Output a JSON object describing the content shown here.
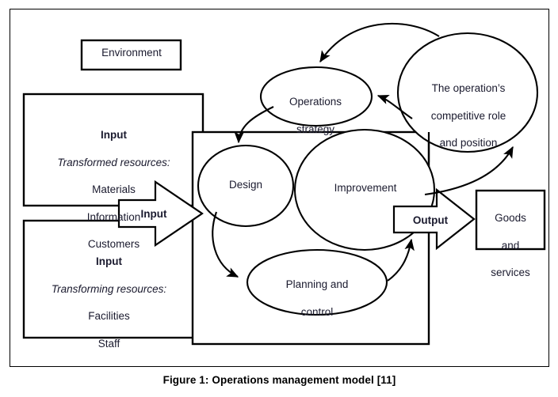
{
  "figure": {
    "caption": "Figure 1: Operations management model [11]",
    "frame_color": "#000000",
    "background": "#ffffff"
  },
  "diagram": {
    "type": "operations-management-model",
    "environment_box": {
      "label": "Environment"
    },
    "inputs": [
      {
        "id": "transformed",
        "heading": "Input",
        "subheading": "Transformed resources:",
        "items": [
          "Materials",
          "Information",
          "Customers"
        ]
      },
      {
        "id": "transforming",
        "heading": "Input",
        "subheading": "Transforming resources:",
        "items": [
          "Facilities",
          "Staff"
        ]
      }
    ],
    "input_arrow": {
      "label": "Input"
    },
    "output_arrow": {
      "label": "Output"
    },
    "output_box": {
      "label": "Goods and services",
      "lines": [
        "Goods",
        "and",
        "services"
      ]
    },
    "nodes": [
      {
        "id": "operations-strategy",
        "label": "Operations strategy",
        "lines": [
          "Operations",
          "strategy"
        ],
        "shape": "ellipse"
      },
      {
        "id": "competitive-role",
        "label": "The operation's competitive role and position",
        "lines": [
          "The operation’s",
          "competitive role",
          "and position"
        ],
        "shape": "ellipse"
      },
      {
        "id": "design",
        "label": "Design",
        "lines": [
          "Design"
        ],
        "shape": "ellipse"
      },
      {
        "id": "improvement",
        "label": "Improvement",
        "lines": [
          "Improvement"
        ],
        "shape": "ellipse"
      },
      {
        "id": "planning-control",
        "label": "Planning and control",
        "lines": [
          "Planning and",
          "control"
        ],
        "shape": "ellipse"
      }
    ],
    "arrows": [
      {
        "from": "competitive-role",
        "to": "operations-strategy",
        "style": "curved-top"
      },
      {
        "from": "competitive-role",
        "to": "operations-strategy",
        "style": "curved-short"
      },
      {
        "from": "operations-strategy",
        "to": "design",
        "style": "curved-down"
      },
      {
        "from": "design",
        "to": "planning-control",
        "style": "curved-down-right"
      },
      {
        "from": "planning-control",
        "to": "output-arrow",
        "style": "curved-up-right"
      },
      {
        "from": "improvement",
        "to": "competitive-role",
        "style": "curved-up-right"
      }
    ]
  }
}
